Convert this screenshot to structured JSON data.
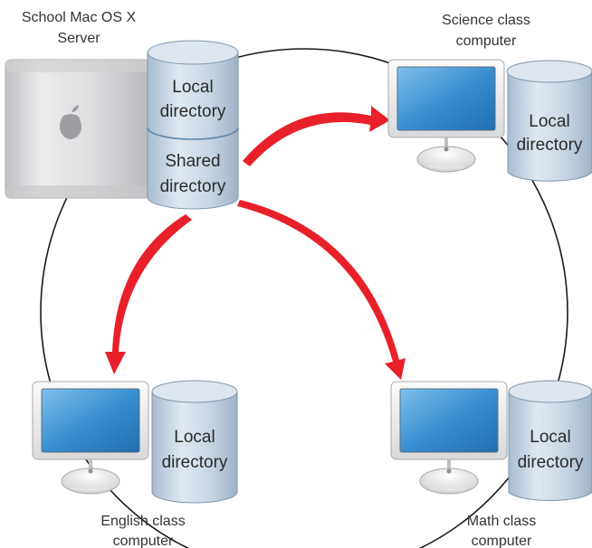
{
  "server": {
    "caption_line1": "School Mac OS X",
    "caption_line2": "Server",
    "local_line1": "Local",
    "local_line2": "directory",
    "shared_line1": "Shared",
    "shared_line2": "directory"
  },
  "computers": {
    "science": {
      "caption_line1": "Science class",
      "caption_line2": "computer",
      "db_line1": "Local",
      "db_line2": "directory"
    },
    "english": {
      "caption_line1": "English class",
      "caption_line2": "computer",
      "db_line1": "Local",
      "db_line2": "directory"
    },
    "math": {
      "caption_line1": "Math class",
      "caption_line2": "computer",
      "db_line1": "Local",
      "db_line2": "directory"
    }
  },
  "colors": {
    "arrow": "#e8202a",
    "database_fill": "#c9d6e3",
    "screen": "#2f86c8",
    "ring": "#1a1a1a",
    "tower": "#d9dadc"
  }
}
